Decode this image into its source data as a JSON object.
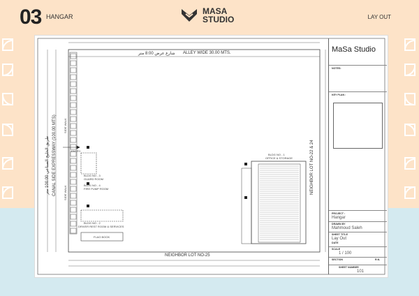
{
  "header": {
    "number": "03",
    "title": "HANGAR",
    "right_label": "LAY OUT",
    "logo_line1": "MASA",
    "logo_line2": "STUDIO"
  },
  "plan": {
    "alley_arabic": "شارع عرض 8:00 متر",
    "alley_label": "ALLEY WIDE 30.00 MTS.",
    "neighbor_bottom": "NEIGHBOR LOT NO-25",
    "neighbor_right": "NEIGHBOR LOT NO-22 & 24",
    "street_arabic": "طريق الخليج الصناعي 100.00 متر",
    "street_label": "CANAL SIDE EXPRESSWAY (100.00 MTS)",
    "side_walk_1": "SIDE WALK",
    "side_walk_2": "SIDE WALK",
    "entry": "ENTRY",
    "bldg3": "BLDG NO - 3",
    "bldg3_sub": "GUARD ROOM",
    "bldg4": "BLDG NO - 4",
    "bldg4_sub": "FIRE PUMP ROOM",
    "bldg2": "BLDG NO - 2",
    "bldg2_sub": "DRIVER REST ROOM & SERVICES",
    "bldg1": "BLDG NO - 1",
    "bldg1_sub": "OFFICE & STORAGE",
    "flag_book": "FLAG BOOK"
  },
  "title_block": {
    "brand": "MaSa Studio",
    "notes_label": "NOTES:",
    "key_plan_label": "KEY PLAN :",
    "project_label": "PROJECT :",
    "project_value": "Hangar",
    "drawn_by_label": "DRAWN BY",
    "drawn_by_value": "Mahmoud Saleh",
    "sheet_title_label": "SHEET TITLE",
    "sheet_title_value": "Lay Out",
    "date_label": "DATE",
    "scale_label": "SCALE",
    "scale_value": "1 / 100",
    "section_label": "SECTION",
    "rev_label": "R.N.",
    "sheet_number_label": "SHEET NUMBER",
    "sheet_number_value": "101"
  },
  "colors": {
    "background": "#fde3c8",
    "band": "#d4eaf0",
    "sheet": "#ffffff",
    "line": "#444444"
  }
}
